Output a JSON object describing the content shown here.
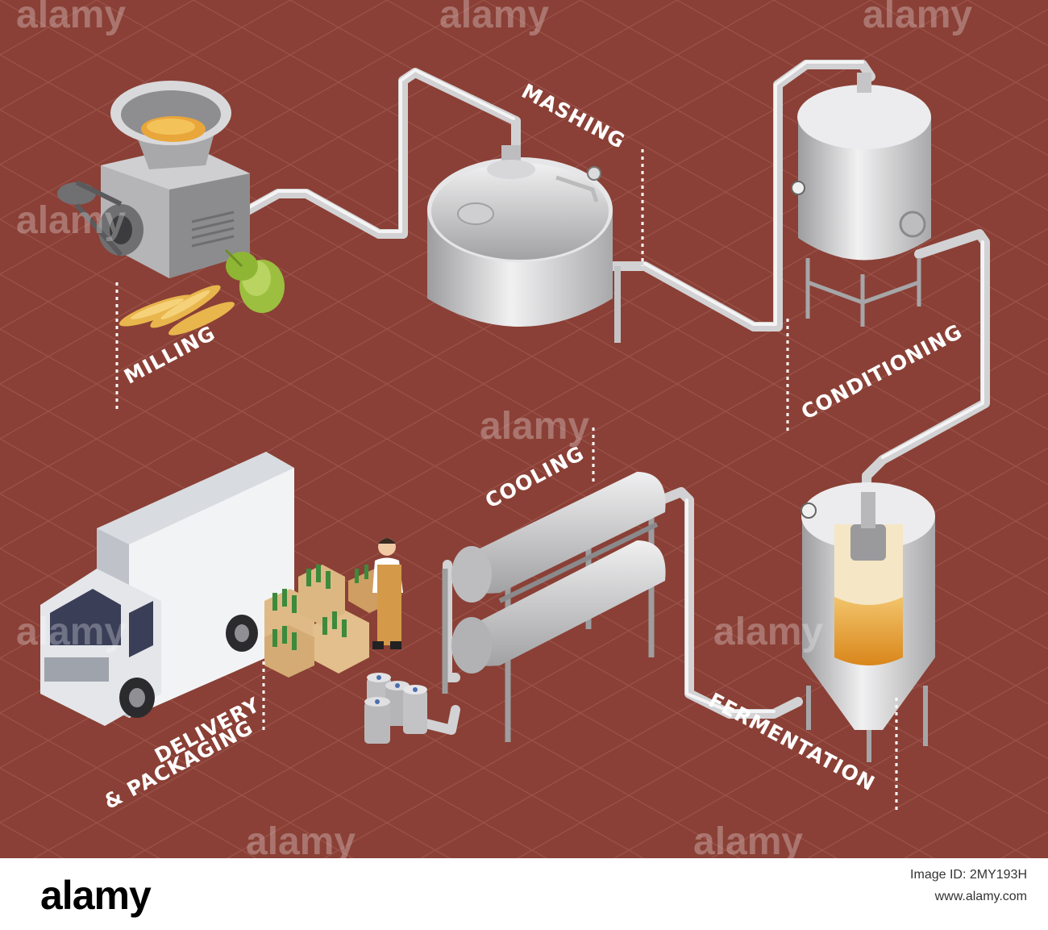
{
  "stages": {
    "milling": "MILLING",
    "mashing": "MASHING",
    "conditioning": "CONDITIONING",
    "cooling": "COOLING",
    "fermentation": "FERMENTATION",
    "delivery_line1": "DELIVERY",
    "delivery_line2": "& PACKAGING"
  },
  "watermark": "alamy",
  "footer": {
    "logo": "alamy",
    "image_id_line": "Image ID: 2MY193H",
    "site": "www.alamy.com"
  },
  "colors": {
    "background": "#8a4036",
    "grid": "#99514a",
    "steel": "#c9c9cb",
    "beer": "#e59a24",
    "label": "#ffffff"
  }
}
